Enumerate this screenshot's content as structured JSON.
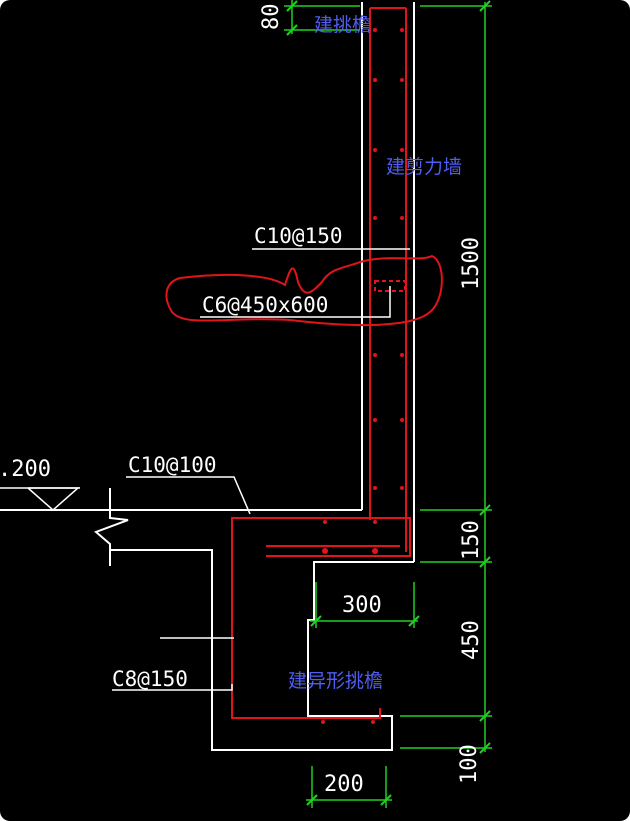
{
  "labels": {
    "wall_top": "建挑檐",
    "shear_wall": "建剪力墙",
    "irregular_eave": "建异形挑檐"
  },
  "rebar": {
    "c10_150": "C10@150",
    "c6_450x600": "C6@450x600",
    "c10_100": "C10@100",
    "c8_150": "C8@150"
  },
  "dims": {
    "d80": "80",
    "d1500": "1500",
    "d150": "150",
    "d300": "300",
    "d450": "450",
    "d200": "200",
    "d100": "100",
    "elev": ".200"
  },
  "colors": {
    "background": "#000000",
    "outline": "#ffffff",
    "rebar": "#e0141a",
    "dimension": "#1fd11f",
    "text_cn": "#4f5df0"
  }
}
